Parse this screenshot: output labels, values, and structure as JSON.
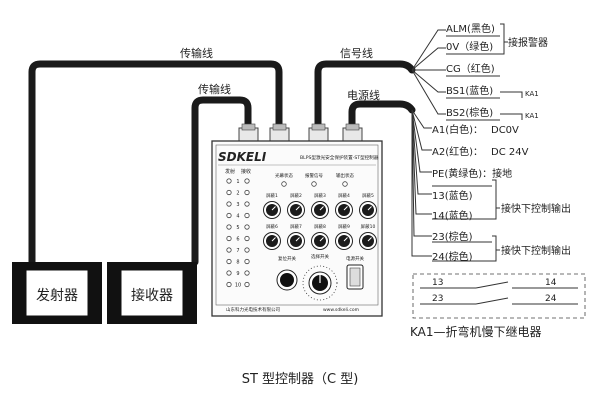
{
  "cable_labels": {
    "transmission_top": "传输线",
    "transmission_mid": "传输线",
    "signal": "信号线",
    "power": "电源线"
  },
  "devices": {
    "emitter": "发射器",
    "receiver": "接收器"
  },
  "controller": {
    "brand": "SDKELI",
    "model_title": "BLPS型激光安全保护装置-ST型控制器",
    "col_emit": "发射",
    "col_recv": "接收",
    "channel_numbers": [
      "1",
      "2",
      "3",
      "4",
      "5",
      "6",
      "7",
      "8",
      "9",
      "10"
    ],
    "status_labels": [
      "光幕状态",
      "报警信号",
      "输出状态"
    ],
    "knob_row1": [
      "屏蔽1",
      "屏蔽2",
      "屏蔽3",
      "屏蔽4",
      "屏蔽5"
    ],
    "knob_row2": [
      "屏蔽6",
      "屏蔽7",
      "屏蔽8",
      "屏蔽9",
      "屏蔽10"
    ],
    "bottom_controls": [
      "复位开关",
      "选择开关",
      "电源开关"
    ],
    "company": "山东科力光电技术有限公司",
    "website": "www.sdkeli.com"
  },
  "wires": [
    {
      "label": "ALM(黑色)"
    },
    {
      "label": "0V（绿色)"
    },
    {
      "label": "CG（红色)"
    },
    {
      "label": "BS1(蓝色)"
    },
    {
      "label": "BS2(棕色)"
    },
    {
      "label": "A1(白色)："
    },
    {
      "label": "A2(红色)："
    },
    {
      "label": "PE(黄绿色)：接地"
    },
    {
      "label": "13(蓝色)"
    },
    {
      "label": "14(蓝色)"
    },
    {
      "label": "23(棕色)"
    },
    {
      "label": "24(棕色)"
    }
  ],
  "wire_notes": {
    "alarm": "接报警器",
    "ka1_a": "KA1",
    "ka1_b": "KA1",
    "a1_value": "DC0V",
    "a2_value": "DC 24V",
    "lower_out_1": "接快下控制输出",
    "lower_out_2": "接快下控制输出"
  },
  "relay": {
    "contacts": [
      "13",
      "14",
      "23",
      "24"
    ],
    "caption": "KA1—折弯机慢下继电器"
  },
  "figure_caption": "ST 型控制器（C 型)"
}
